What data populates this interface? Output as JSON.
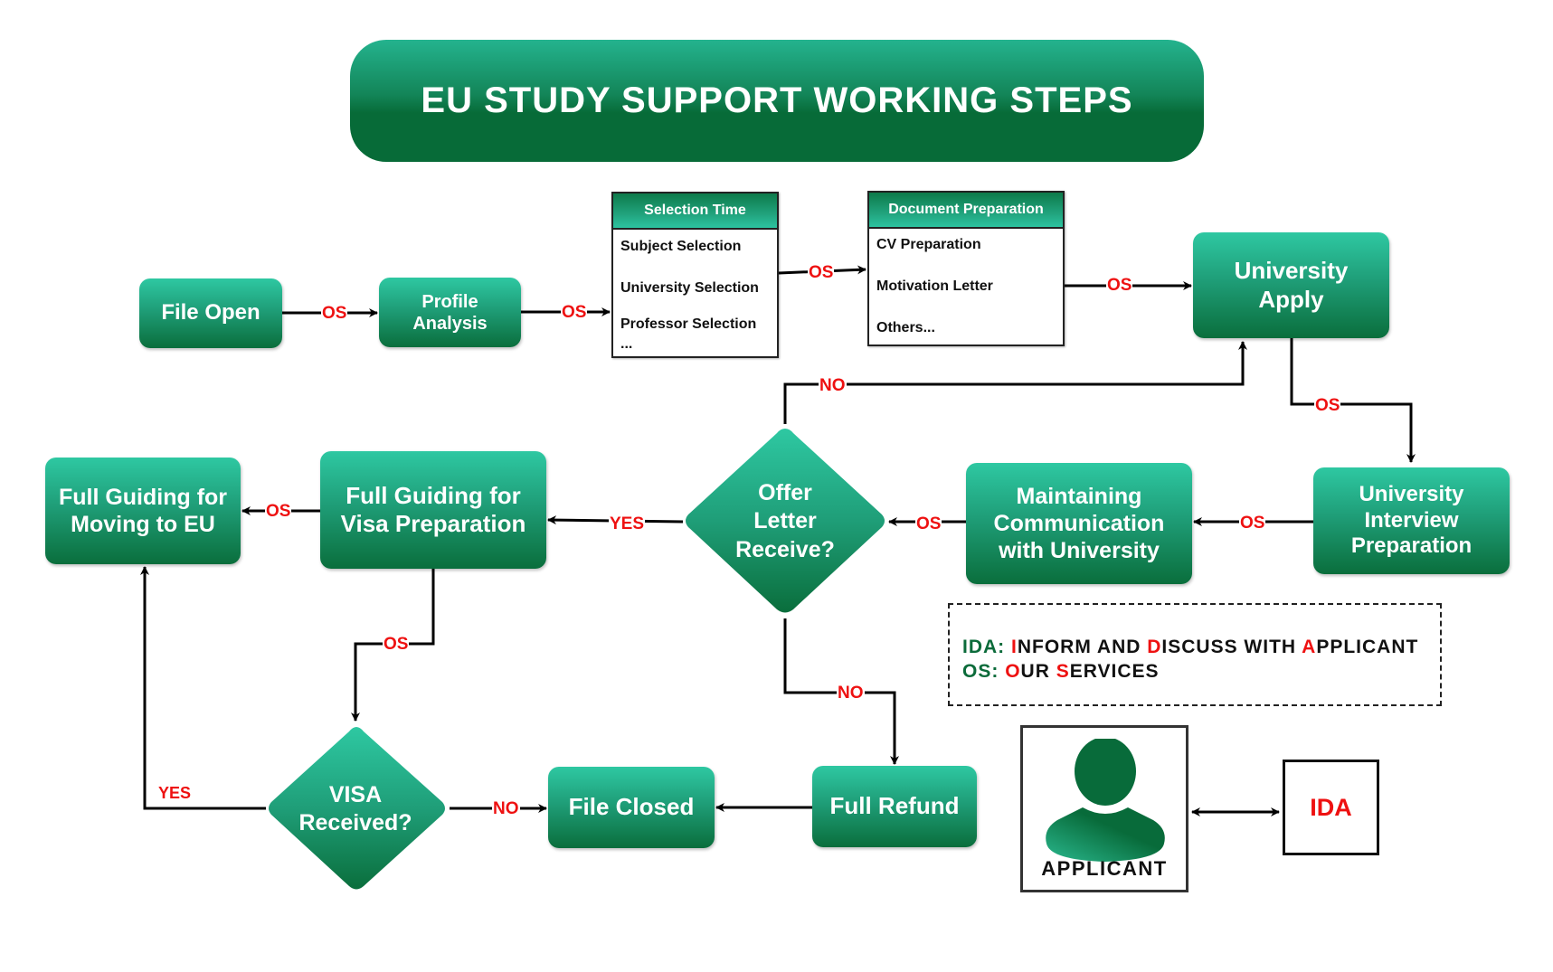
{
  "title": "EU STUDY SUPPORT WORKING STEPS",
  "colors": {
    "green_light": "#2ec8a2",
    "green_dark": "#0a6e3c",
    "label_red": "#ee1111",
    "legend_green": "#0b6b3a"
  },
  "nodes": {
    "file_open": "File Open",
    "profile_analysis": "Profile Analysis",
    "university_apply": "University Apply",
    "interview_prep": "University Interview Preparation",
    "maintaining_comm": "Maintaining Communication with University",
    "offer_letter": "Offer Letter Receive?",
    "visa_prep": "Full Guiding for Visa Preparation",
    "moving_eu": "Full Guiding for Moving to EU",
    "visa_received": "VISA Received?",
    "file_closed": "File Closed",
    "full_refund": "Full Refund"
  },
  "selection_time": {
    "header": "Selection Time",
    "items": [
      "Subject Selection",
      "University Selection",
      "Professor Selection",
      "..."
    ]
  },
  "document_preparation": {
    "header": "Document Preparation",
    "items": [
      "CV Preparation",
      "Motivation Letter",
      "Others..."
    ]
  },
  "edge_labels": {
    "os": "OS",
    "yes": "YES",
    "no": "NO"
  },
  "legend": {
    "ida_key": "IDA:",
    "ida_parts": [
      "I",
      "NFORM AND ",
      "D",
      "ISCUSS WITH ",
      "A",
      "PPLICANT"
    ],
    "os_key": "OS:",
    "os_parts": [
      "O",
      "UR ",
      "S",
      "ERVICES"
    ]
  },
  "applicant": {
    "label": "APPLICANT",
    "icon": "person-icon"
  },
  "ida_box": "IDA"
}
